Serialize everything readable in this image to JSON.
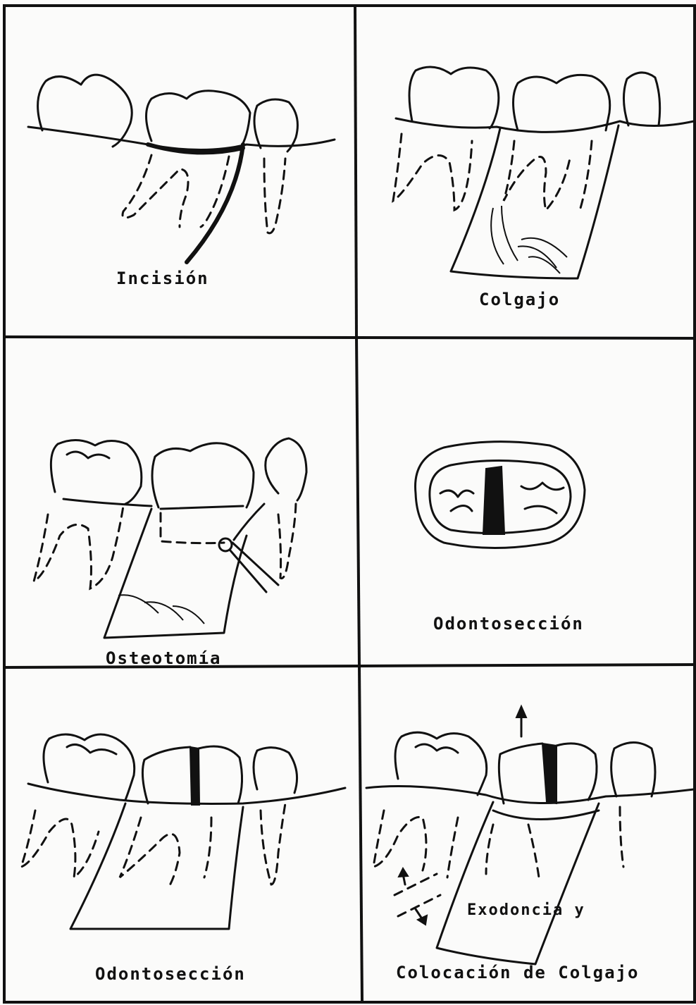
{
  "panels": {
    "p1": {
      "label": "Incisión"
    },
    "p2": {
      "label": "Colgajo"
    },
    "p3": {
      "label": "Osteotomía"
    },
    "p4": {
      "label": "Odontosección"
    },
    "p5": {
      "label": "Odontosección"
    },
    "p6": {
      "label_line1": "Exodoncia y",
      "label_line2": "Colocación de Colgajo"
    }
  }
}
